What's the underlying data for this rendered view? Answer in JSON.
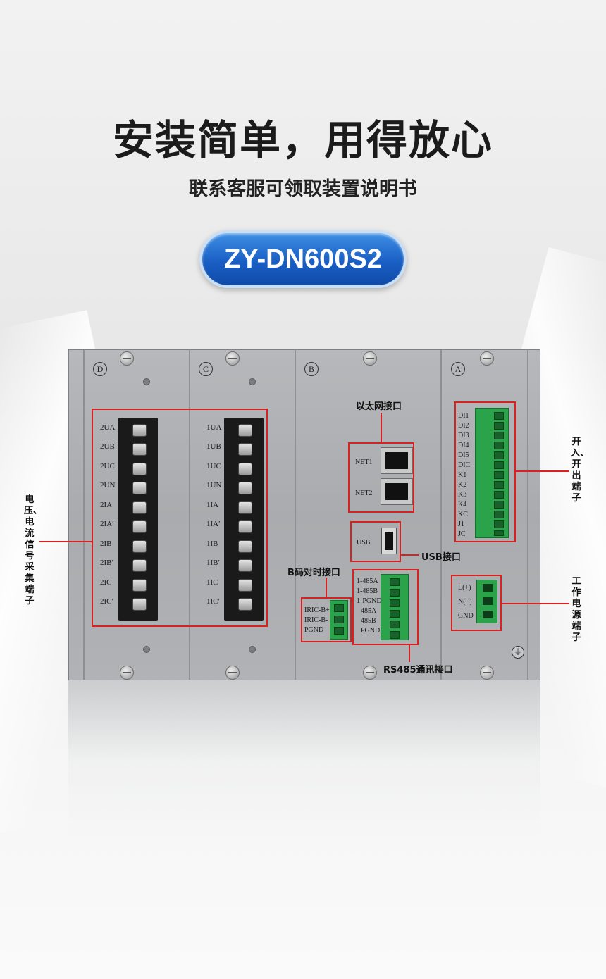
{
  "headline": "安装简单，用得放心",
  "subline": "联系客服可领取装置说明书",
  "model": "ZY-DN600S2",
  "slots": [
    "D",
    "C",
    "B",
    "A"
  ],
  "slot_d_labels": [
    "2UA",
    "2UB",
    "2UC",
    "2UN",
    "2IA",
    "2IA′",
    "2IB",
    "2IB′",
    "2IC",
    "2IC′"
  ],
  "slot_c_labels": [
    "1UA",
    "1UB",
    "1UC",
    "1UN",
    "1IA",
    "1IA′",
    "1IB",
    "1IB′",
    "1IC",
    "1IC′"
  ],
  "net_labels": [
    "NET1",
    "NET2"
  ],
  "usb_label": "USB",
  "irig_labels": [
    "IRIC-B+",
    "IRIC-B-",
    "PGND"
  ],
  "rs485_labels": [
    "1-485A",
    "1-485B",
    "1-PGND",
    "485A",
    "485B",
    "PGND"
  ],
  "slot_a_labels": [
    "DI1",
    "DI2",
    "DI3",
    "DI4",
    "DI5",
    "DIC",
    "K1",
    "K2",
    "K3",
    "K4",
    "KC",
    "J1",
    "JC"
  ],
  "power_labels": [
    "L(+)",
    "N(−)",
    "GND"
  ],
  "callouts": {
    "ethernet": "以太网接口",
    "usb": "USB接口",
    "bcode": "B码对时接口",
    "rs485": "RS485通讯接口",
    "left": "电压、电流信号采集端子",
    "right_top": "开入、开出端子",
    "right_bottom": "工作电源端子"
  },
  "colors": {
    "accent": "#1a5fc4",
    "callout_red": "#d92121",
    "terminal_green": "#2aa34a"
  }
}
